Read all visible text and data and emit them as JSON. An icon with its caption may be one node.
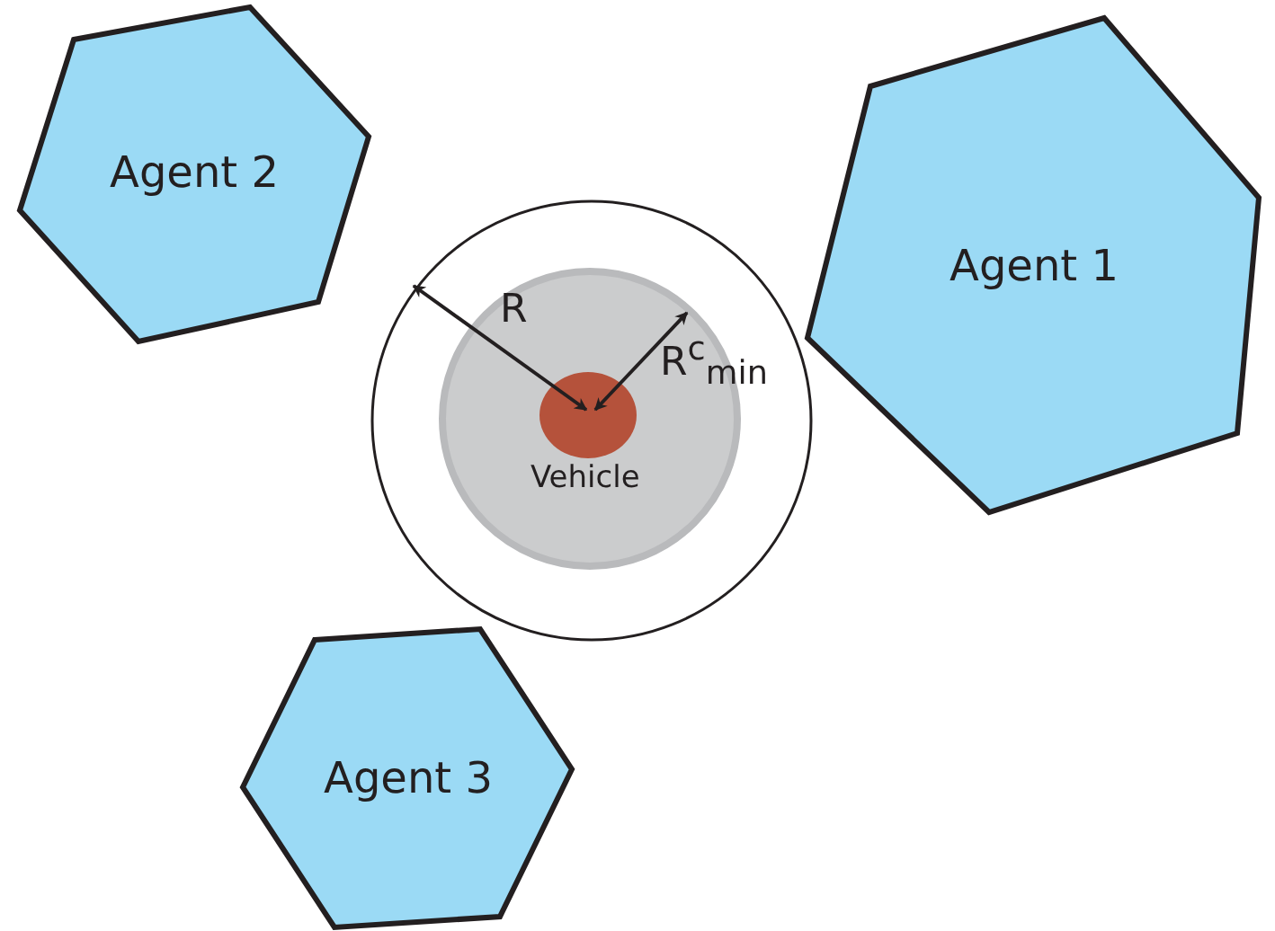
{
  "diagram": {
    "nodes": [
      {
        "text": [
          "Agent 2"
        ]
      },
      {
        "text": [
          "Agent 1"
        ]
      },
      {
        "text": [
          "Agent 3"
        ]
      }
    ],
    "edges": [],
    "labels": [
      "R",
      "R$^{c}$$_{min}$",
      "Vehicle"
    ]
  }
}
